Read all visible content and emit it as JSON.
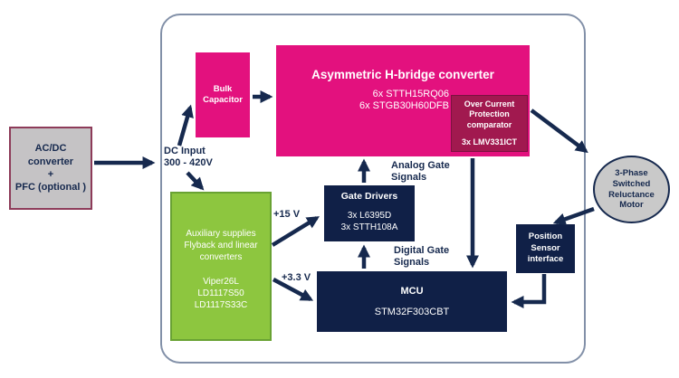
{
  "colors": {
    "magenta": "#E3117E",
    "dark_magenta": "#A1194F",
    "navy": "#16294E",
    "navy_box": "#102047",
    "green": "#8DC63F",
    "green_border": "#69A233",
    "gray_fill": "#C5C3C5",
    "maroon_border": "#8D3B59",
    "frame_border": "#8290A8",
    "motor_fill": "#C9C9C9"
  },
  "blocks": {
    "acdc": {
      "lines": [
        "AC/DC",
        "converter",
        "+",
        "PFC (optional )"
      ]
    },
    "dc_input": {
      "lines": [
        "DC Input",
        "300 - 420V"
      ]
    },
    "bulk_capacitor": {
      "lines": [
        "Bulk",
        "Capacitor"
      ]
    },
    "hbridge": {
      "title": "Asymmetric H-bridge converter",
      "parts": [
        "6x STTH15RQ06",
        "6x STGB30H60DFB"
      ]
    },
    "ocp": {
      "lines": [
        "Over Current",
        "Protection",
        "comparator"
      ],
      "part": "3x LMV331ICT"
    },
    "aux": {
      "lines": [
        "Auxiliary supplies",
        "Flyback and linear",
        "converters"
      ],
      "parts": [
        "Viper26L",
        "LD1117S50",
        "LD1117S33C"
      ]
    },
    "gate_drivers": {
      "title": "Gate Drivers",
      "parts": [
        "3x L6395D",
        "3x STTH108A"
      ]
    },
    "mcu": {
      "title": "MCU",
      "part": "STM32F303CBT"
    },
    "position_sensor": {
      "lines": [
        "Position",
        "Sensor",
        "interface"
      ]
    },
    "motor": {
      "lines": [
        "3-Phase",
        "Switched",
        "Reluctance",
        "Motor"
      ]
    },
    "signal_labels": {
      "analog": [
        "Analog Gate",
        "Signals"
      ],
      "digital": [
        "Digital Gate",
        "Signals"
      ],
      "v15": "+15 V",
      "v33": "+3.3 V"
    }
  }
}
